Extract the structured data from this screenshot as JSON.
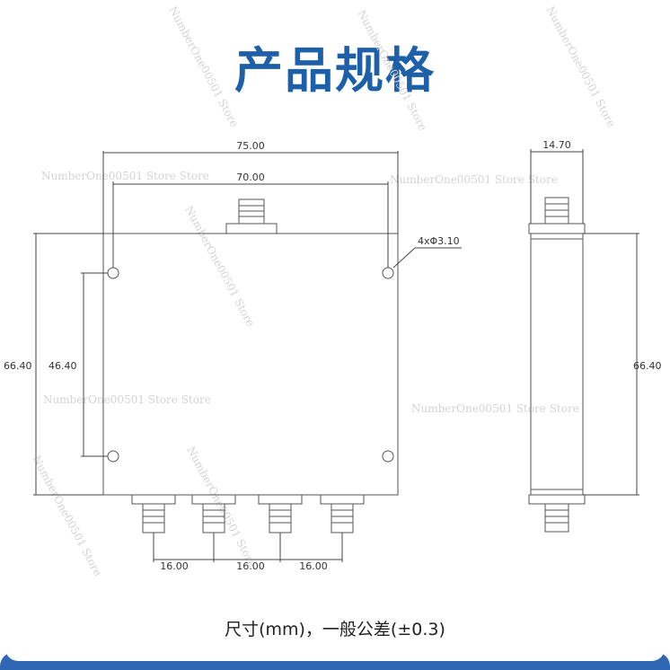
{
  "title": "产品规格",
  "dimensions": {
    "width_overall": "75.00",
    "width_holes": "70.00",
    "height_overall_left": "66.40",
    "height_holes": "46.40",
    "hole_spec": "4xΦ3.10",
    "port_pitch_1": "16.00",
    "port_pitch_2": "16.00",
    "port_pitch_3": "16.00",
    "side_depth": "14.70",
    "height_overall_right": "66.40"
  },
  "watermarks": [
    "NumberOne00501 Store Store",
    "NumberOne00501 Store Store",
    "NumberOne00501 Store Store",
    "NumberOne00501 Store Store",
    "NumberOne00501 Store",
    "NumberOne00501 Store",
    "NumberOne00501 Store",
    "NumberOne00501 Store",
    "NumberOne00501 Store",
    "NumberOne00501 Store"
  ],
  "caption": "尺寸(mm)，一般公差(±0.3)"
}
